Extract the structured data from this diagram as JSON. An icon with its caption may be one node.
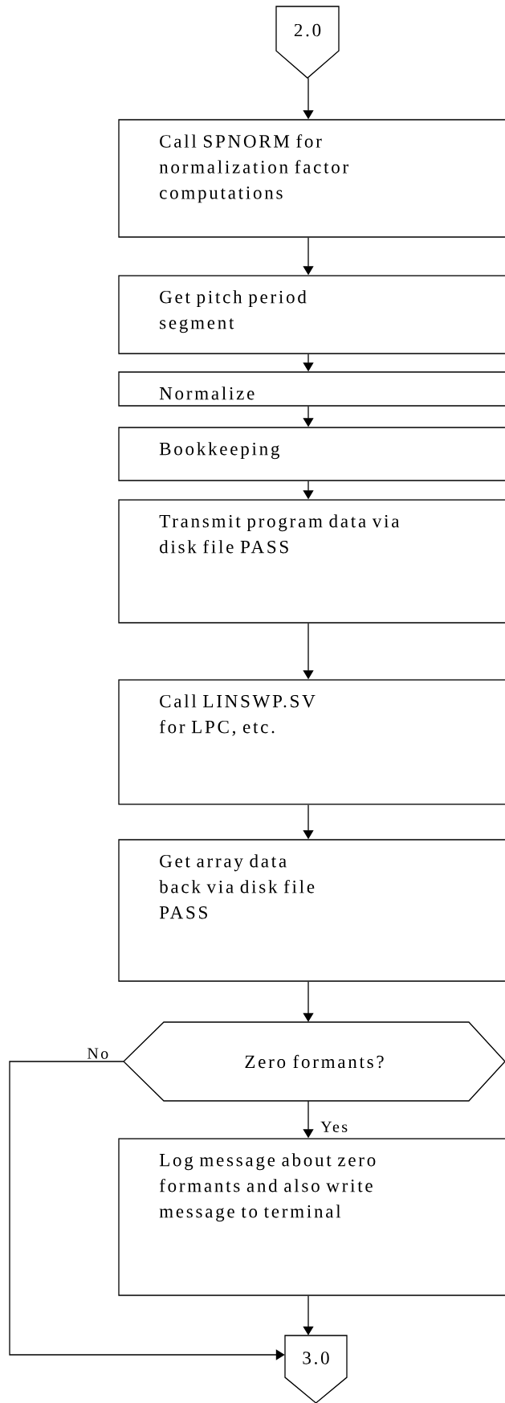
{
  "diagram": {
    "nodes": [
      {
        "text": [
          "2.0"
        ]
      },
      {
        "text": [
          "Call SPNORM for normalization factor computations"
        ]
      },
      {
        "text": [
          "Get pitch period segment"
        ]
      },
      {
        "text": [
          "Normalize"
        ]
      },
      {
        "text": [
          "Bookkeeping"
        ]
      },
      {
        "text": [
          "Transmit program data via disk file PASS"
        ]
      },
      {
        "text": [
          "Call LINSWP.SV for LPC, etc."
        ]
      },
      {
        "text": [
          "Get array data back via disk file PASS"
        ]
      },
      {
        "text": [
          "Zero formants?"
        ]
      },
      {
        "text": [
          "Log message about zero formants and also write message to terminal"
        ]
      },
      {
        "text": [
          "3.0"
        ]
      }
    ],
    "edges": [
      {
        "from": 0,
        "to": 1,
        "arrow": "to"
      },
      {
        "from": 1,
        "to": 2,
        "arrow": "to"
      },
      {
        "from": 2,
        "to": 3,
        "arrow": "to"
      },
      {
        "from": 3,
        "to": 4,
        "arrow": "to"
      },
      {
        "from": 4,
        "to": 5,
        "arrow": "to"
      },
      {
        "from": 5,
        "to": 6,
        "arrow": "to"
      },
      {
        "from": 6,
        "to": 7,
        "arrow": "to"
      },
      {
        "from": 7,
        "to": 8,
        "arrow": "to"
      },
      {
        "from": 8,
        "to": 9,
        "arrow": "to",
        "label": "Yes"
      },
      {
        "from": 9,
        "to": 10,
        "arrow": "to"
      },
      {
        "from": 8,
        "to": 10,
        "arrow": "to",
        "label": "No"
      }
    ]
  }
}
